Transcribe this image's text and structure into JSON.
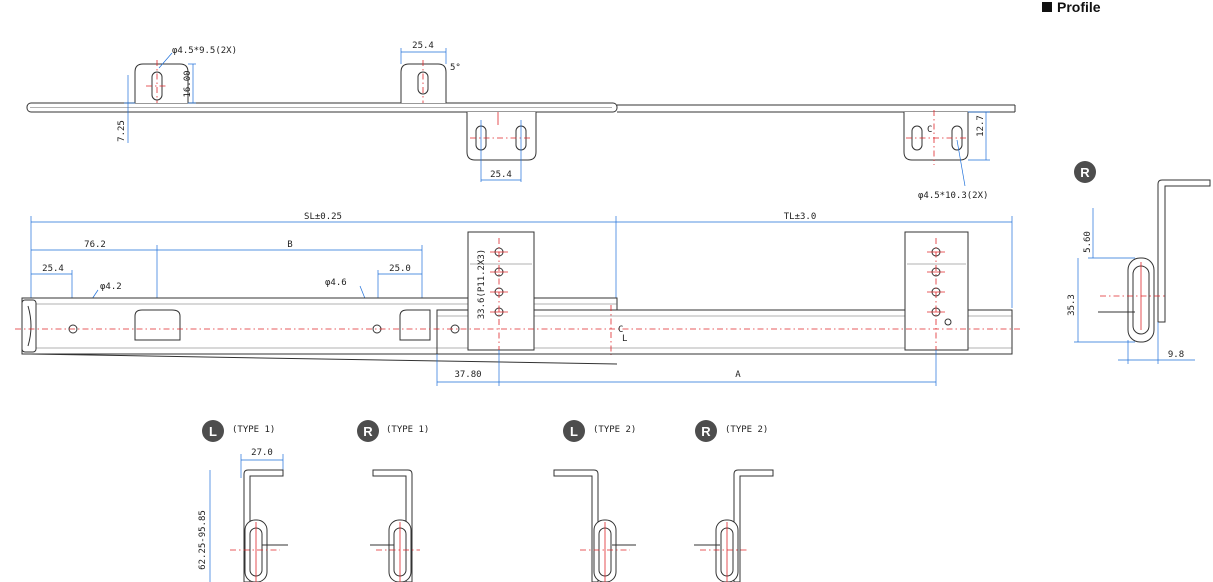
{
  "header": {
    "title": "Profile"
  },
  "top_view": {
    "slot_label": "φ4.5*9.5(2X)",
    "height_16": "16.00",
    "offset_725": "7.25",
    "bracket_width_top": "25.4",
    "angle": "5°",
    "bracket_width_bottom": "25.4",
    "height_127": "12.7",
    "slot_label_2": "φ4.5*10.3(2X)"
  },
  "side_view": {
    "sl": "SL±0.25",
    "tl": "TL±3.0",
    "d762": "76.2",
    "b": "B",
    "d254": "25.4",
    "d250": "25.0",
    "hole_42": "φ4.2",
    "hole_46": "φ4.6",
    "pitch": "33.6(P11.2X3)",
    "d378": "37.80",
    "a": "A",
    "center_mark": "C",
    "center_sub": "L"
  },
  "profile_view": {
    "badge": "R",
    "h560": "5.60",
    "h353": "35.3",
    "w98": "9.8"
  },
  "types": [
    {
      "badge": "L",
      "label": "(TYPE 1)"
    },
    {
      "badge": "R",
      "label": "(TYPE 1)"
    },
    {
      "badge": "L",
      "label": "(TYPE 2)"
    },
    {
      "badge": "R",
      "label": "(TYPE 2)"
    }
  ],
  "type_dims": {
    "width": "27.0",
    "height_range": "62.25-95.85"
  },
  "colors": {
    "outline": "#333333",
    "center_line": "#e0262a",
    "dimension_line": "#1e6fd9",
    "badge": "#4d4d4d"
  }
}
